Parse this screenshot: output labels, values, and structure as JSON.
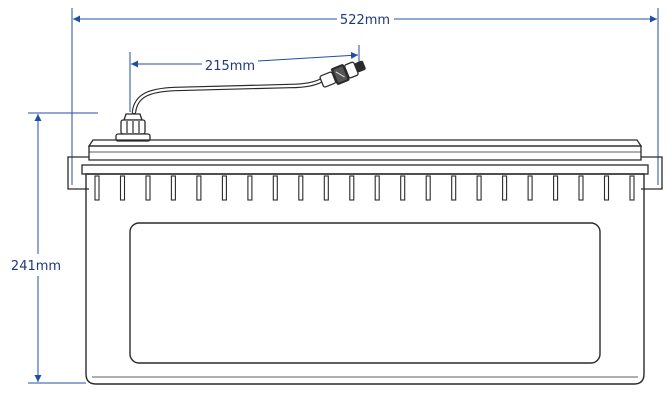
{
  "dimensions": {
    "width_label": "522mm",
    "cable_label": "215mm",
    "height_label": "241mm"
  },
  "colors": {
    "dimension_line": "#1f4fa3",
    "outline": "#2a2a2a",
    "background": "#ffffff"
  },
  "icons": {
    "connector": "cable-connector-icon",
    "gland": "cable-gland-icon"
  }
}
